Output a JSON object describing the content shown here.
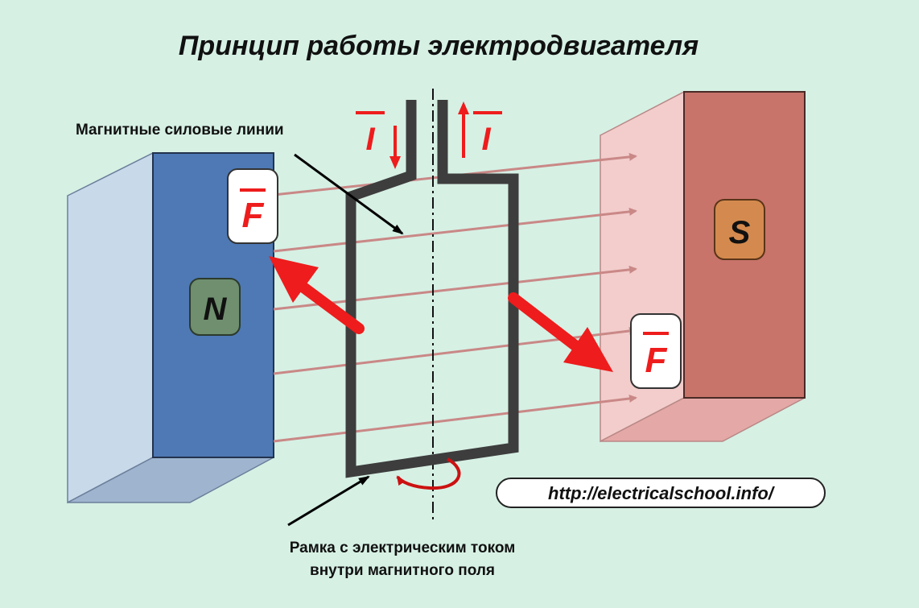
{
  "title": "Принцип работы электродвигателя",
  "labels": {
    "field_lines": "Магнитные силовые линии",
    "frame_line1": "Рамка с электрическим током",
    "frame_line2": "внутри магнитного поля"
  },
  "poles": {
    "north": "N",
    "south": "S"
  },
  "symbols": {
    "current": "I",
    "force": "F"
  },
  "url": "http://electricalschool.info/",
  "colors": {
    "background": "#d6f0e4",
    "north_front": "#4e79b5",
    "north_side": "#c8d9ea",
    "south_front": "#c8746a",
    "south_side": "#f2cdcc",
    "field_line": "#c98886",
    "force_arrow": "#ee1c1c",
    "frame": "#3d3d3d",
    "pole_n_badge": "#6f8f6e",
    "pole_s_badge": "#d48a4e"
  },
  "icons": {
    "force_arrow": "force-arrow-icon",
    "rotation": "rotation-arrow-icon",
    "current_down": "arrow-down-icon",
    "current_up": "arrow-up-icon"
  }
}
